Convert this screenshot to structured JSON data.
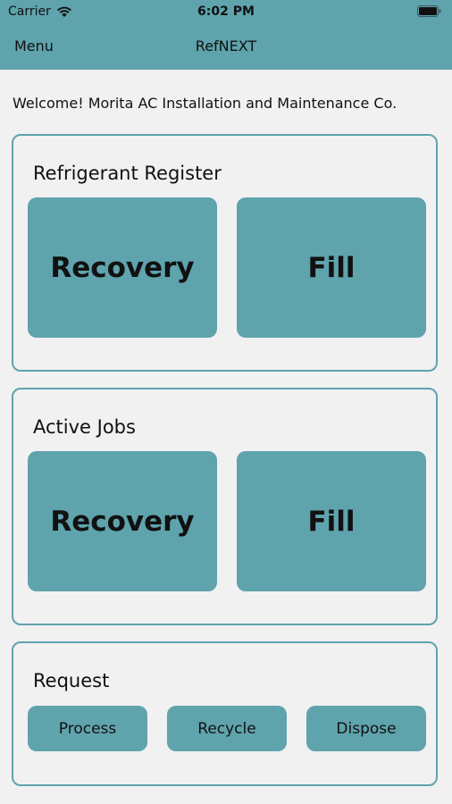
{
  "status_bar": {
    "carrier": "Carrier",
    "time": "6:02 PM"
  },
  "nav": {
    "menu_label": "Menu",
    "title": "RefNEXT"
  },
  "welcome_text": "Welcome! Morita AC Installation and Maintenance Co.",
  "refrigerant_register": {
    "title": "Refrigerant Register",
    "recovery_label": "Recovery",
    "fill_label": "Fill"
  },
  "active_jobs": {
    "title": "Active Jobs",
    "recovery_label": "Recovery",
    "fill_label": "Fill"
  },
  "request": {
    "title": "Request",
    "process_label": "Process",
    "recycle_label": "Recycle",
    "dispose_label": "Dispose"
  },
  "colors": {
    "accent": "#5fa3ad",
    "background": "#f1f1f1",
    "text": "#111111"
  },
  "icons": [
    "wifi-icon",
    "battery-icon"
  ]
}
